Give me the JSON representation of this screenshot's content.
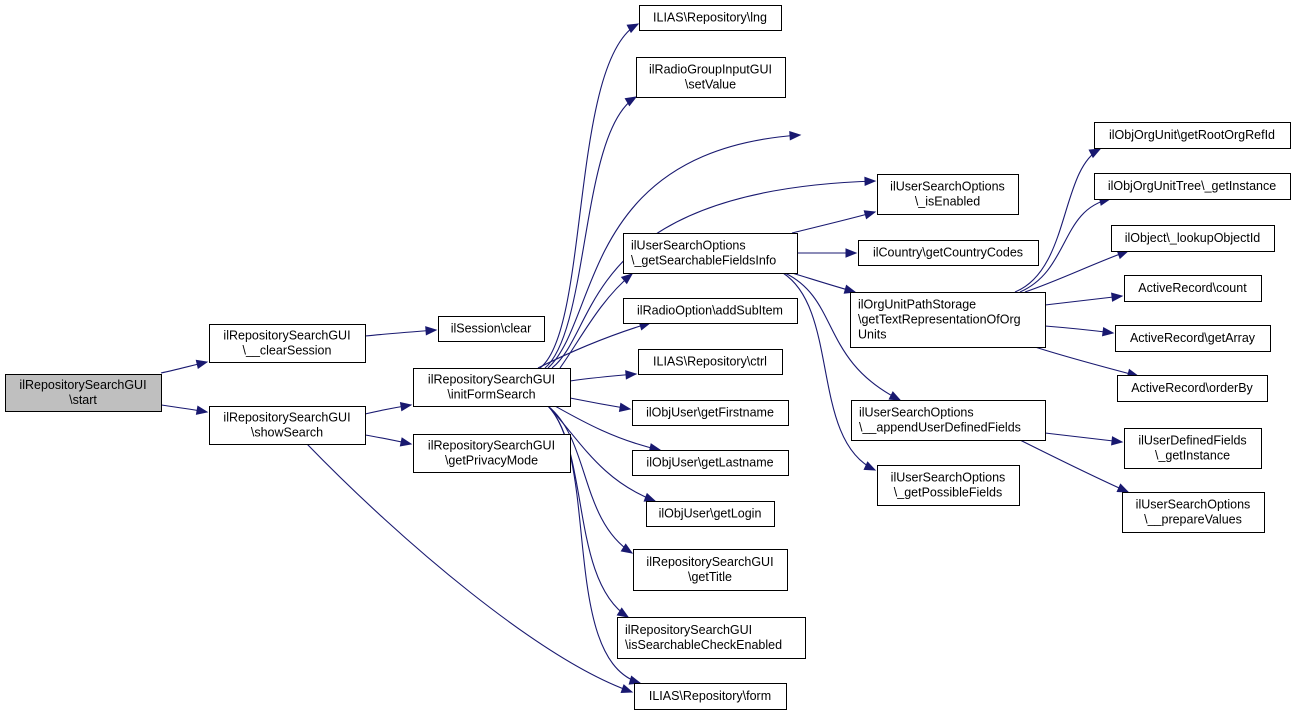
{
  "diagram": {
    "type": "call-graph",
    "colors": {
      "edge": "#191970",
      "root_fill": "#bfbfbf",
      "node_fill": "#ffffff",
      "border": "#000000"
    },
    "nodes": [
      {
        "id": "start",
        "lines": [
          "ilRepositorySearchGUI",
          "\\start"
        ],
        "root": true
      },
      {
        "id": "clearSession",
        "lines": [
          "ilRepositorySearchGUI",
          "\\__clearSession"
        ]
      },
      {
        "id": "showSearch",
        "lines": [
          "ilRepositorySearchGUI",
          "\\showSearch"
        ]
      },
      {
        "id": "sessionClear",
        "lines": [
          "ilSession\\clear"
        ]
      },
      {
        "id": "initFormSearch",
        "lines": [
          "ilRepositorySearchGUI",
          "\\initFormSearch"
        ]
      },
      {
        "id": "getPrivacyMode",
        "lines": [
          "ilRepositorySearchGUI",
          "\\getPrivacyMode"
        ]
      },
      {
        "id": "lng",
        "lines": [
          "ILIAS\\Repository\\lng"
        ]
      },
      {
        "id": "setValue",
        "lines": [
          "ilRadioGroupInputGUI",
          "\\setValue"
        ]
      },
      {
        "id": "getSearchableFieldsInfo",
        "lines": [
          "ilUserSearchOptions",
          "\\_getSearchableFieldsInfo"
        ],
        "align": "left"
      },
      {
        "id": "addSubItem",
        "lines": [
          "ilRadioOption\\addSubItem"
        ]
      },
      {
        "id": "ctrl",
        "lines": [
          "ILIAS\\Repository\\ctrl"
        ]
      },
      {
        "id": "getFirstname",
        "lines": [
          "ilObjUser\\getFirstname"
        ]
      },
      {
        "id": "getLastname",
        "lines": [
          "ilObjUser\\getLastname"
        ]
      },
      {
        "id": "getLogin",
        "lines": [
          "ilObjUser\\getLogin"
        ]
      },
      {
        "id": "getTitle",
        "lines": [
          "ilRepositorySearchGUI",
          "\\getTitle"
        ]
      },
      {
        "id": "isSearchableCheckEnabled",
        "lines": [
          "ilRepositorySearchGUI",
          "\\isSearchableCheckEnabled"
        ],
        "align": "left"
      },
      {
        "id": "form",
        "lines": [
          "ILIAS\\Repository\\form"
        ]
      },
      {
        "id": "isEnabled",
        "lines": [
          "ilUserSearchOptions",
          "\\_isEnabled"
        ]
      },
      {
        "id": "getCountryCodes",
        "lines": [
          "ilCountry\\getCountryCodes"
        ]
      },
      {
        "id": "getTextRep",
        "lines": [
          "ilOrgUnitPathStorage",
          "\\getTextRepresentationOfOrg",
          "Units"
        ],
        "align": "left"
      },
      {
        "id": "appendUserDefinedFields",
        "lines": [
          "ilUserSearchOptions",
          "\\__appendUserDefinedFields"
        ],
        "align": "left"
      },
      {
        "id": "getPossibleFields",
        "lines": [
          "ilUserSearchOptions",
          "\\_getPossibleFields"
        ]
      },
      {
        "id": "getRootOrgRefId",
        "lines": [
          "ilObjOrgUnit\\getRootOrgRefId"
        ]
      },
      {
        "id": "orgUnitTreeGetInstance",
        "lines": [
          "ilObjOrgUnitTree\\_getInstance"
        ]
      },
      {
        "id": "lookupObjectId",
        "lines": [
          "ilObject\\_lookupObjectId"
        ]
      },
      {
        "id": "arCount",
        "lines": [
          "ActiveRecord\\count"
        ]
      },
      {
        "id": "arGetArray",
        "lines": [
          "ActiveRecord\\getArray"
        ]
      },
      {
        "id": "arOrderBy",
        "lines": [
          "ActiveRecord\\orderBy"
        ]
      },
      {
        "id": "udfGetInstance",
        "lines": [
          "ilUserDefinedFields",
          "\\_getInstance"
        ]
      },
      {
        "id": "prepareValues",
        "lines": [
          "ilUserSearchOptions",
          "\\__prepareValues"
        ]
      }
    ],
    "edges": [
      [
        "start",
        "clearSession"
      ],
      [
        "start",
        "showSearch"
      ],
      [
        "clearSession",
        "sessionClear"
      ],
      [
        "showSearch",
        "initFormSearch"
      ],
      [
        "showSearch",
        "getPrivacyMode"
      ],
      [
        "showSearch",
        "form"
      ],
      [
        "initFormSearch",
        "lng"
      ],
      [
        "initFormSearch",
        "setValue"
      ],
      [
        "initFormSearch",
        "getRootOrgRefId"
      ],
      [
        "initFormSearch",
        "isEnabled"
      ],
      [
        "initFormSearch",
        "getSearchableFieldsInfo"
      ],
      [
        "initFormSearch",
        "addSubItem"
      ],
      [
        "initFormSearch",
        "ctrl"
      ],
      [
        "initFormSearch",
        "getFirstname"
      ],
      [
        "initFormSearch",
        "getLastname"
      ],
      [
        "initFormSearch",
        "getLogin"
      ],
      [
        "initFormSearch",
        "getTitle"
      ],
      [
        "initFormSearch",
        "isSearchableCheckEnabled"
      ],
      [
        "initFormSearch",
        "form"
      ],
      [
        "getSearchableFieldsInfo",
        "isEnabled"
      ],
      [
        "getSearchableFieldsInfo",
        "getCountryCodes"
      ],
      [
        "getSearchableFieldsInfo",
        "getTextRep"
      ],
      [
        "getSearchableFieldsInfo",
        "appendUserDefinedFields"
      ],
      [
        "getSearchableFieldsInfo",
        "getPossibleFields"
      ],
      [
        "getTextRep",
        "getRootOrgRefId"
      ],
      [
        "getTextRep",
        "orgUnitTreeGetInstance"
      ],
      [
        "getTextRep",
        "lookupObjectId"
      ],
      [
        "getTextRep",
        "arCount"
      ],
      [
        "getTextRep",
        "arGetArray"
      ],
      [
        "getTextRep",
        "arOrderBy"
      ],
      [
        "appendUserDefinedFields",
        "udfGetInstance"
      ],
      [
        "appendUserDefinedFields",
        "prepareValues"
      ]
    ]
  }
}
